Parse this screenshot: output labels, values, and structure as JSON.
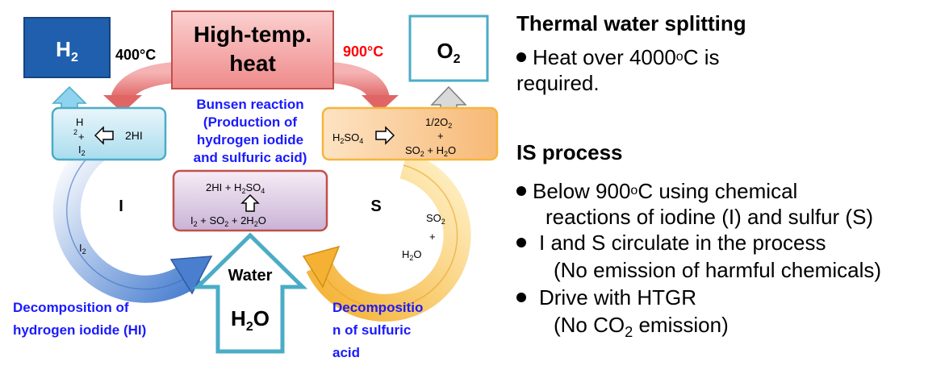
{
  "diagram": {
    "heat_label_1": "High-temp.",
    "heat_label_2": "heat",
    "temp_left": "400",
    "temp_right": "900",
    "temp_unit": "°C",
    "h2_base": "H",
    "h2_sub": "2",
    "o2_base": "O",
    "o2_sub": "2",
    "bunsen_1": "Bunsen reaction",
    "bunsen_2": "(Production of",
    "bunsen_3": "hydrogen iodide",
    "bunsen_4": "and sulfuric acid)",
    "hi_box_left_top": "H",
    "hi_box_left_mid": "2",
    "hi_box_left_plus": "+",
    "hi_box_left_bot": "I",
    "hi_box_right": "2HI",
    "so4_box_left": "H2SO4",
    "so4_box_right_1": "1/2O2",
    "so4_box_right_2": "+",
    "so4_box_right_3": "SO2 + H2O",
    "bunsen_box_top": "2HI + H2SO4",
    "bunsen_box_bot": "I2 + SO2 + 2H2O",
    "cycle_i": "I",
    "cycle_s": "S",
    "i2_label": "I2",
    "so2_label": "SO2",
    "plus_label": "+",
    "h2o_small": "H2O",
    "water_label": "Water",
    "h2o_label": "H2O",
    "decomp_hi_1": "Decomposition of",
    "decomp_hi_2": "hydrogen iodide (HI)",
    "decomp_so4_1": "Decompositio",
    "decomp_so4_2": "n of sulfuric",
    "decomp_so4_3": "acid"
  },
  "notes": {
    "title1": "Thermal water splitting",
    "b1_line1": "Heat over 4000",
    "b1_unit": "oC is",
    "b1_line2": "required.",
    "title2": "IS process",
    "b2_line1": "Below 900",
    "b2_unit": "oC using chemical",
    "b2_line2": "reactions of iodine (I) and sulfur (S)",
    "b3_line1": "I and S circulate in the process",
    "b3_line2": "(No emission of harmful chemicals)",
    "b4_line1": "Drive with HTGR",
    "b4_line2a": "(No CO",
    "b4_line2sub": "2",
    "b4_line2b": " emission)"
  },
  "colors": {
    "heat_fill": "#f4a6a6",
    "heat_stroke": "#c0504d",
    "h2_fill": "#1f5fae",
    "o2_stroke": "#4bacc6",
    "bunsen_text": "#1a1aff",
    "temp_right": "#ff0000",
    "orange_ring": "#f5b53c",
    "blue_ring": "#5b8fd6"
  }
}
